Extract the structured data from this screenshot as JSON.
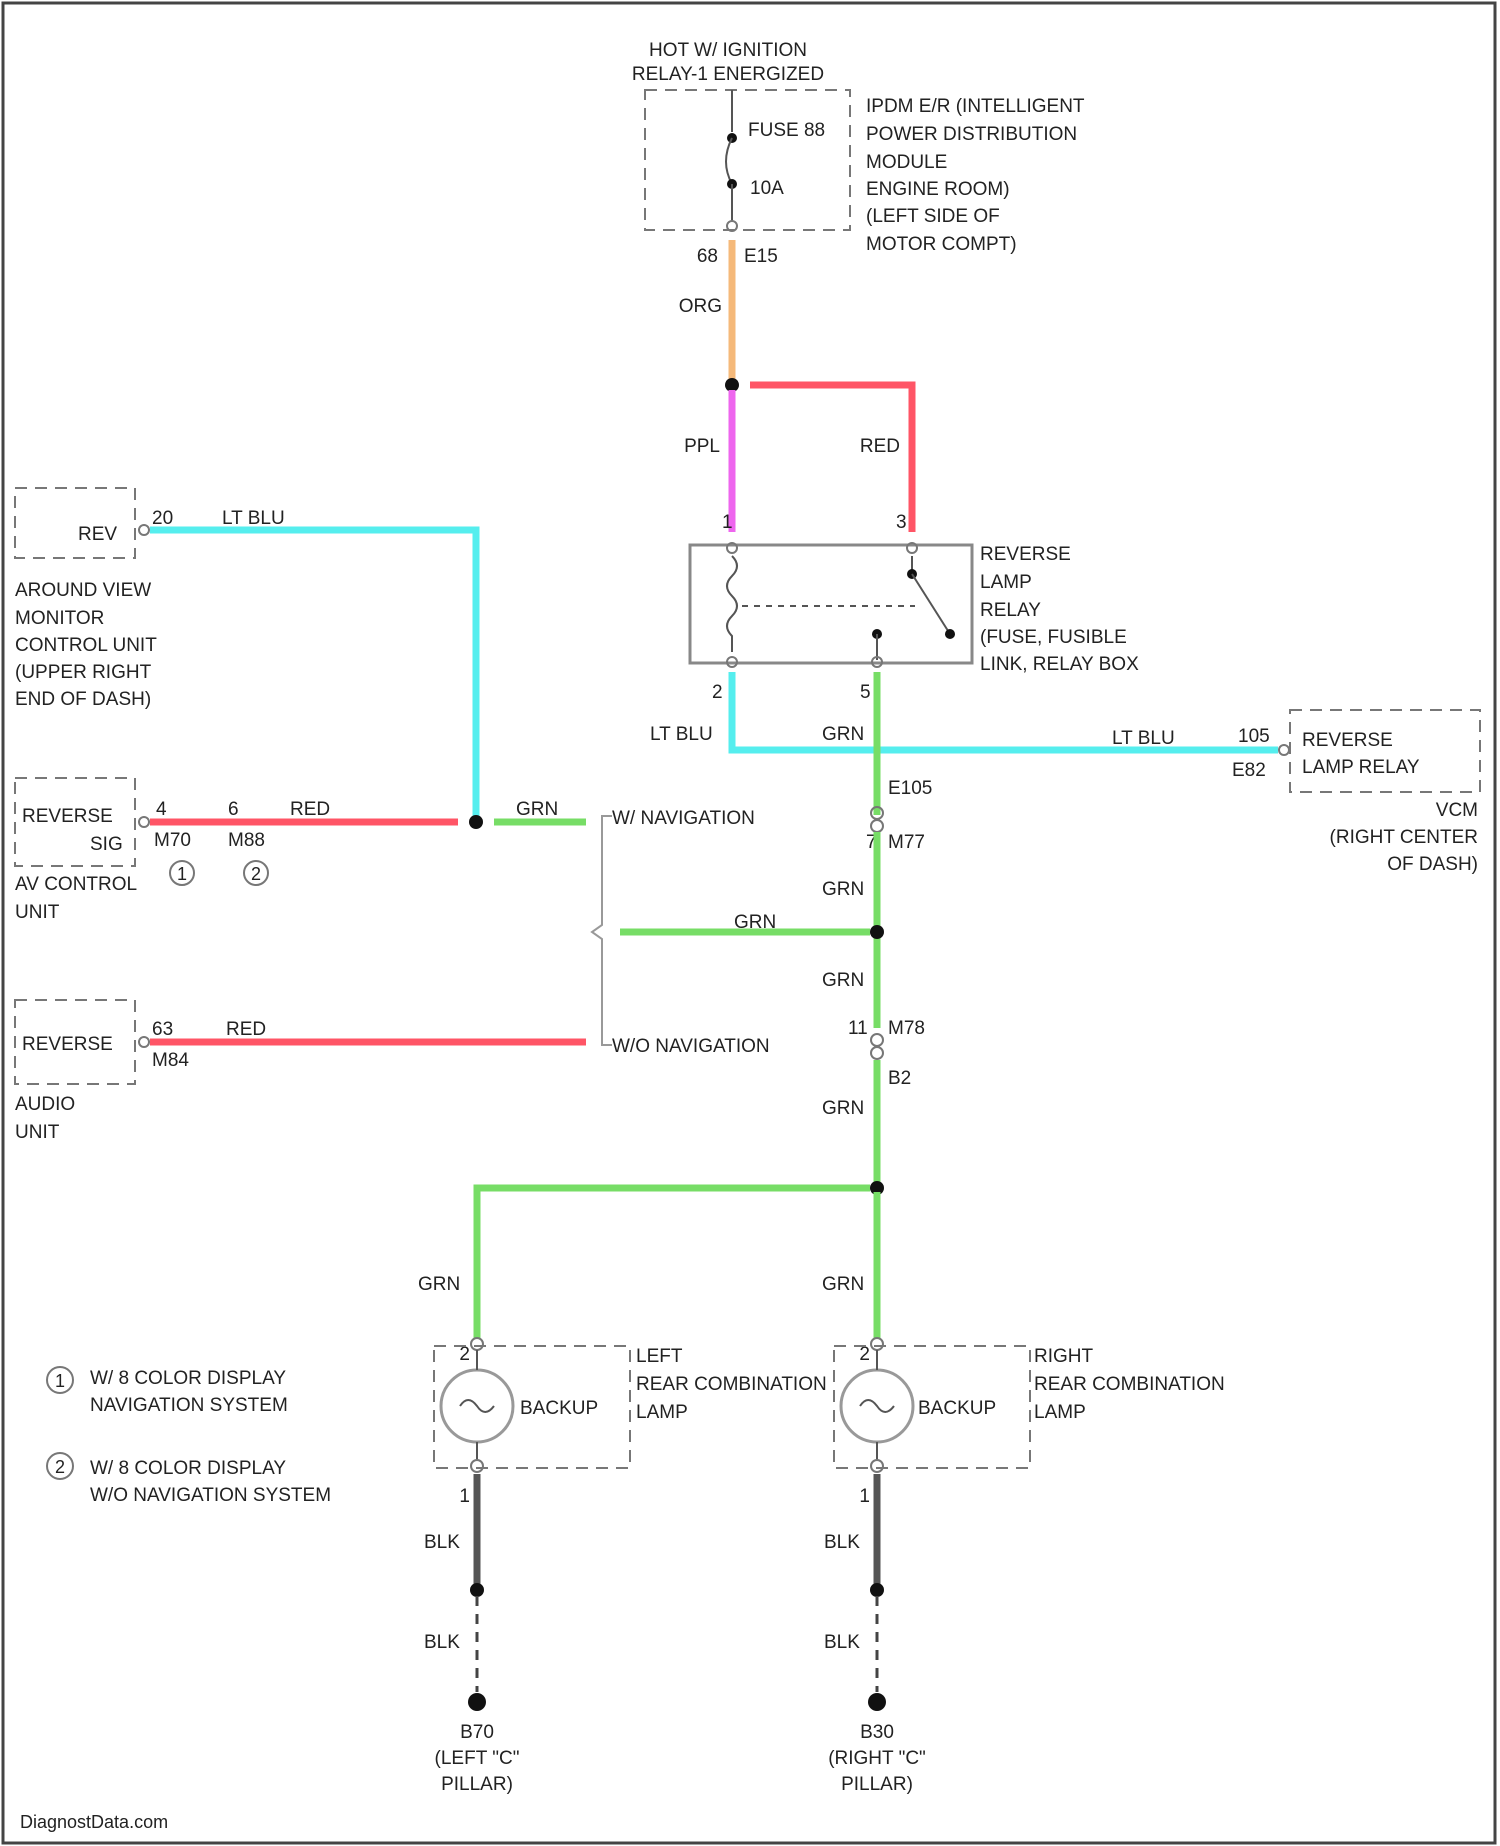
{
  "colors": {
    "orange": "#f5b97a",
    "purple": "#ee66ee",
    "red": "#ff5566",
    "light_blue": "#55eeee",
    "green": "#77dd66",
    "black": "#555555"
  },
  "power": {
    "line1": "HOT W/ IGNITION",
    "line2": "RELAY-1 ENERGIZED",
    "fuse_label": "FUSE 88",
    "fuse_rating": "10A",
    "pin_left": "68",
    "pin_right": "E15",
    "module": [
      "IPDM E/R (INTELLIGENT",
      "POWER DISTRIBUTION",
      "MODULE",
      "ENGINE ROOM)",
      "(LEFT SIDE OF",
      "MOTOR COMPT)"
    ]
  },
  "wires": {
    "orange": "ORG",
    "purple": "PPL",
    "red": "RED",
    "light_blue": "LT BLU",
    "green": "GRN",
    "black": "BLK"
  },
  "relay": {
    "pin_top_left": "1",
    "pin_top_right": "3",
    "pin_bottom_left": "2",
    "pin_bottom_right": "5",
    "title": [
      "REVERSE",
      "LAMP",
      "RELAY",
      "(FUSE, FUSIBLE",
      "LINK, RELAY BOX"
    ]
  },
  "avm": {
    "box_label": "REV",
    "pin": "20",
    "title": [
      "AROUND VIEW",
      "MONITOR",
      "CONTROL UNIT",
      "(UPPER RIGHT",
      "END OF DASH)"
    ]
  },
  "av_control": {
    "box_label": [
      "REVERSE",
      "SIG"
    ],
    "pin1": "4",
    "pin2": "6",
    "conn1": "M70",
    "conn2": "M88",
    "circle1": "1",
    "circle2": "2",
    "title": [
      "AV CONTROL",
      "UNIT"
    ]
  },
  "audio": {
    "box_label": "REVERSE",
    "pin": "63",
    "conn": "M84",
    "title": [
      "AUDIO",
      "UNIT"
    ]
  },
  "variants": {
    "with_nav": "W/ NAVIGATION",
    "without_nav": "W/O NAVIGATION"
  },
  "vcm": {
    "pin": "105",
    "conn": "E82",
    "box_label": [
      "REVERSE",
      "LAMP RELAY"
    ],
    "title": [
      "VCM",
      "(RIGHT CENTER",
      "OF DASH)"
    ]
  },
  "connectors": {
    "e105": "E105",
    "e105_pin": "7",
    "m77": "M77",
    "b_pin": "11",
    "m78": "M78",
    "b2": "B2"
  },
  "lamps": {
    "left": {
      "pin_top": "2",
      "pin_bottom": "1",
      "label": "BACKUP",
      "title": [
        "LEFT",
        "REAR COMBINATION",
        "LAMP"
      ],
      "ground": "B70",
      "ground_title": [
        "(LEFT \"C\"",
        "PILLAR)"
      ]
    },
    "right": {
      "pin_top": "2",
      "pin_bottom": "1",
      "label": "BACKUP",
      "title": [
        "RIGHT",
        "REAR COMBINATION",
        "LAMP"
      ],
      "ground": "B30",
      "ground_title": [
        "(RIGHT \"C\"",
        "PILLAR)"
      ]
    }
  },
  "legend": [
    {
      "num": "1",
      "lines": [
        "W/ 8 COLOR DISPLAY",
        "NAVIGATION SYSTEM"
      ]
    },
    {
      "num": "2",
      "lines": [
        "W/ 8 COLOR DISPLAY",
        "W/O NAVIGATION SYSTEM"
      ]
    }
  ],
  "footer": "DiagnostData.com"
}
